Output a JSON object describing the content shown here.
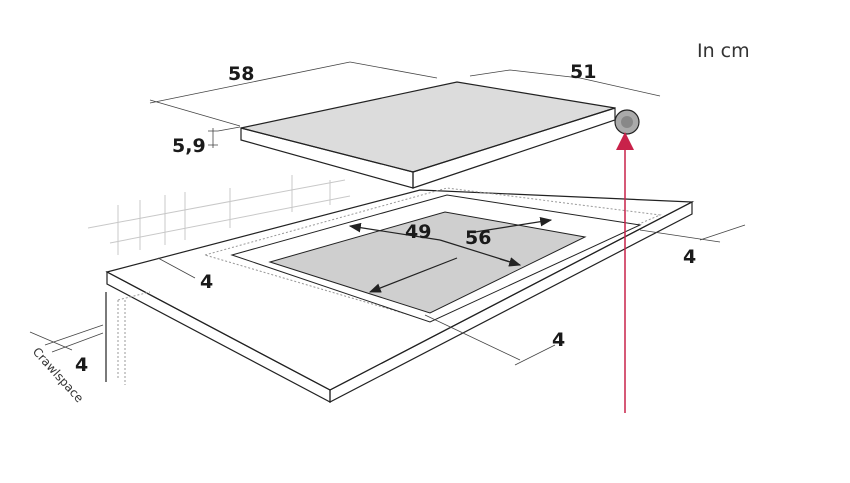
{
  "unit_label": "In cm",
  "dimensions": {
    "hob_width": "58",
    "hob_depth": "51",
    "hob_height": "5,9",
    "cutout_width": "56",
    "cutout_depth": "49",
    "front_clearance": "4",
    "rear_clearance": "4",
    "side_clearance": "4",
    "crawlspace_clearance": "4"
  },
  "crawlspace_label": "Crawlspace",
  "colors": {
    "cutout_fill": "#cfcfcf",
    "hob_fill": "#dcdcdc",
    "connection_arrow": "#c8224a",
    "line": "#222222"
  }
}
